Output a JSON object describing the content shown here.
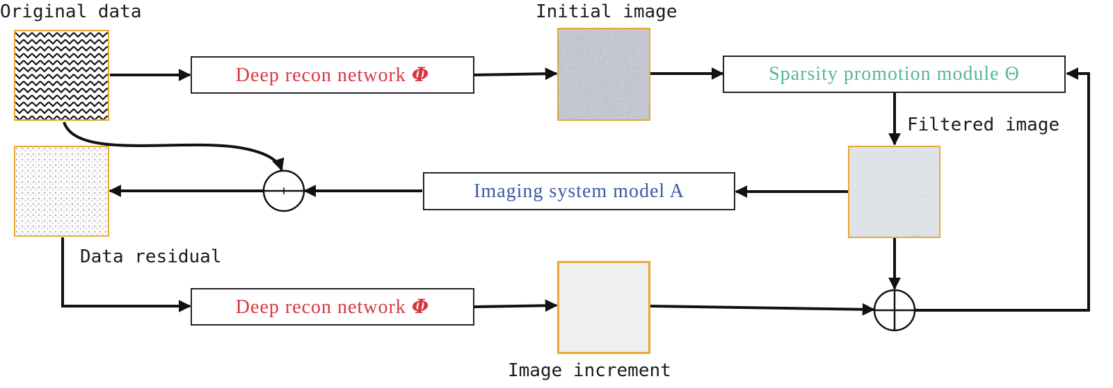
{
  "labels": {
    "original_data": "Original data",
    "initial_image": "Initial image",
    "filtered_image": "Filtered image",
    "data_residual": "Data residual",
    "image_increment": "Image increment"
  },
  "boxes": {
    "deep_recon_top": {
      "text": "Deep recon network ",
      "symbol": "Φ",
      "color": "#d7373f"
    },
    "sparsity": {
      "text": "Sparsity promotion module ",
      "symbol": "Θ",
      "color": "#55b88f"
    },
    "imaging_model": {
      "text": "Imaging system model A",
      "symbol": "",
      "color": "#3a5aa0"
    },
    "deep_recon_bottom": {
      "text": "Deep recon network ",
      "symbol": "Φ",
      "color": "#d7373f"
    }
  },
  "colors": {
    "tile_border": "#e8a830",
    "line": "#111111"
  }
}
